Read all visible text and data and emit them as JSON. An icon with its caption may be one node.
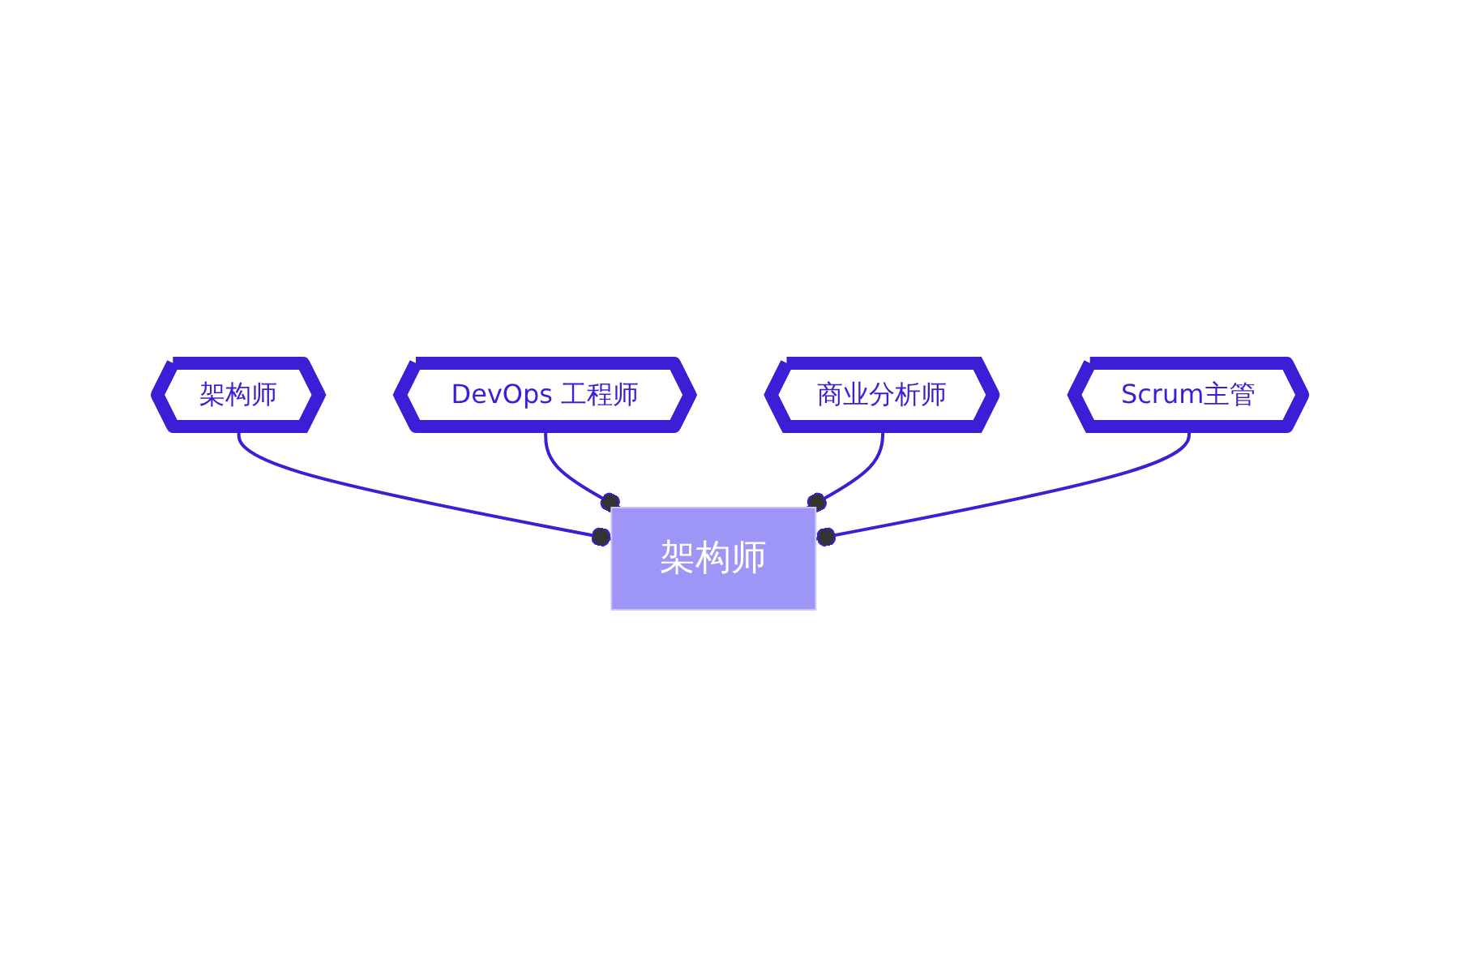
{
  "diagram": {
    "nodes": [
      {
        "text": [
          "架构师"
        ]
      },
      {
        "text": [
          "架构师"
        ]
      },
      {
        "text": [
          "DevOps 工程师"
        ]
      },
      {
        "text": [
          "商业分析师"
        ]
      },
      {
        "text": [
          "Scrum主管"
        ]
      }
    ],
    "edges": [
      {
        "from": 1,
        "to": 0,
        "arrow": "other"
      },
      {
        "from": 2,
        "to": 0,
        "arrow": "other"
      },
      {
        "from": 3,
        "to": 0,
        "arrow": "other"
      },
      {
        "from": 4,
        "to": 0,
        "arrow": "other"
      }
    ]
  }
}
